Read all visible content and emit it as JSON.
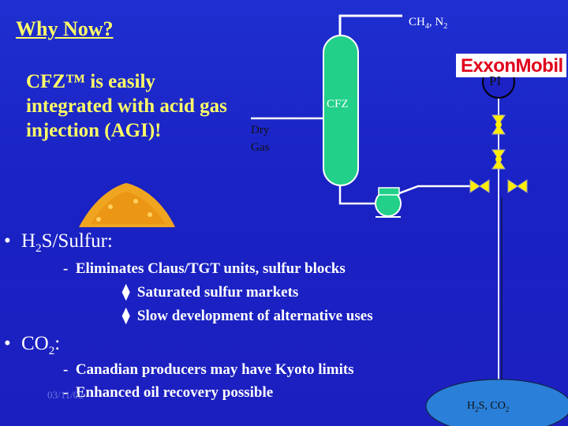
{
  "slide": {
    "title": "Why Now?",
    "intro": "CFZ™ is easily integrated with acid gas injection (AGI)!",
    "diagram": {
      "top_gas_label": "CH4, N2",
      "column_label": "CFZ",
      "dry_gas_label": "Dry Gas",
      "pi_label": "PI",
      "logo_text": "ExxonMobil",
      "well_label": "H2S, CO2"
    },
    "bullet1": {
      "head": "H2S/Sulfur:",
      "line": "Eliminates Claus/TGT units, sulfur blocks",
      "sub1": "Saturated sulfur markets",
      "sub2": "Slow development of alternative uses"
    },
    "bullet2": {
      "head": "CO2:",
      "line1": "Canadian producers may have Kyoto limits",
      "line2": "Enhanced oil recovery possible"
    },
    "footer_date": "03/11/02",
    "colors": {
      "background": "#1c22c4",
      "title": "#ffff66",
      "column": "#22d08a",
      "logo_red": "#e0001b",
      "valve": "#ffee00"
    }
  }
}
